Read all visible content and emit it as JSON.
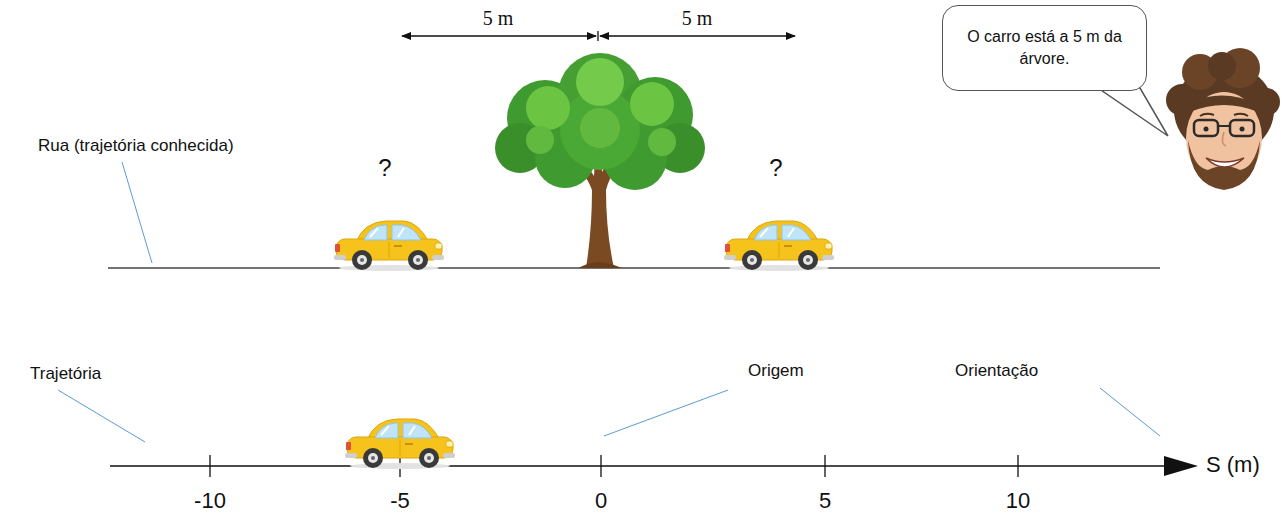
{
  "diagram": {
    "nodes": [
      {
        "text": [
          "O carro está a 5 m da árvore."
        ]
      }
    ],
    "labels": [
      "5 m",
      "5 m",
      "?",
      "?",
      "Rua (trajetória conhecida)",
      "Trajetória",
      "Origem",
      "Orientação",
      "-10",
      "-5",
      "0",
      "5",
      "10",
      "S (m)"
    ]
  }
}
